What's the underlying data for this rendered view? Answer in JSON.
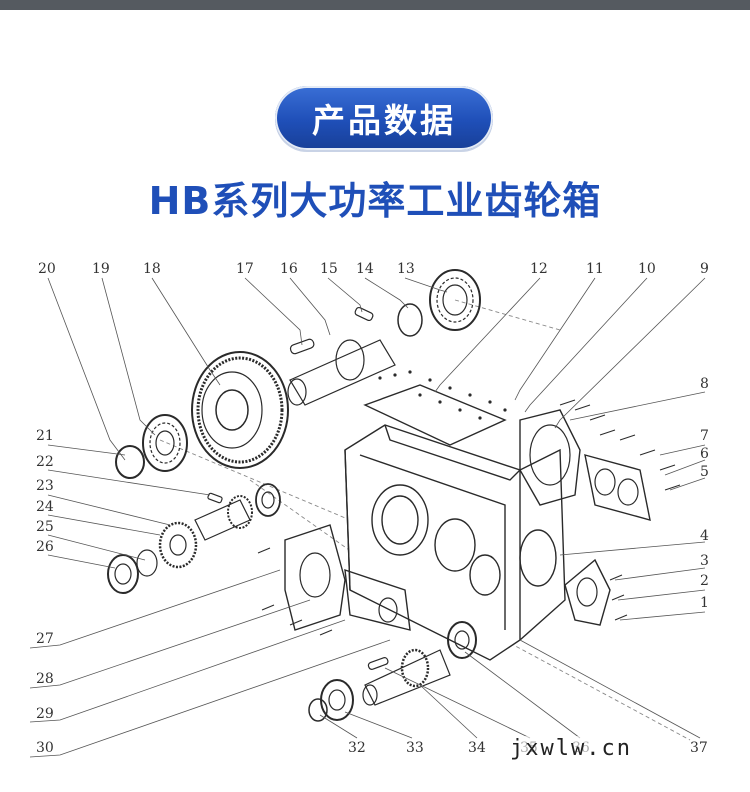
{
  "header": {
    "badge_text": "产品数据",
    "subtitle": "HB系列大功率工业齿轮箱"
  },
  "diagram": {
    "part_numbers": [
      "1",
      "2",
      "3",
      "4",
      "5",
      "6",
      "7",
      "8",
      "9",
      "10",
      "11",
      "12",
      "13",
      "14",
      "15",
      "16",
      "17",
      "18",
      "19",
      "20",
      "21",
      "22",
      "23",
      "24",
      "25",
      "26",
      "27",
      "28",
      "29",
      "30",
      "32",
      "33",
      "34",
      "35",
      "36",
      "37"
    ]
  },
  "watermark": "jxwlw.cn",
  "colors": {
    "accent_blue": "#1f4fb8",
    "top_bar": "#555a60"
  }
}
